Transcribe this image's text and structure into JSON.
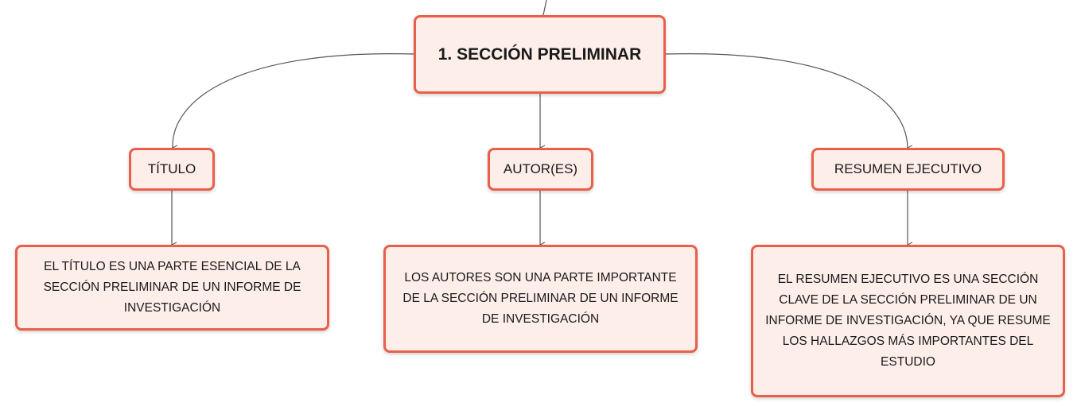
{
  "colors": {
    "node_border": "#e8604a",
    "node_fill": "#fdeee9",
    "connector": "#555555"
  },
  "root": {
    "label": "1. SECCIÓN PRELIMINAR"
  },
  "children": [
    {
      "label": "TÍTULO",
      "description": "EL TÍTULO ES UNA PARTE ESENCIAL DE LA SECCIÓN PRELIMINAR DE UN INFORME DE INVESTIGACIÓN"
    },
    {
      "label": "AUTOR(ES)",
      "description": "LOS AUTORES SON UNA PARTE IMPORTANTE DE LA SECCIÓN PRELIMINAR DE UN INFORME DE INVESTIGACIÓN"
    },
    {
      "label": "RESUMEN EJECUTIVO",
      "description": "EL RESUMEN EJECUTIVO ES UNA SECCIÓN CLAVE DE LA SECCIÓN PRELIMINAR DE UN INFORME DE INVESTIGACIÓN, YA QUE RESUME LOS HALLAZGOS MÁS IMPORTANTES DEL ESTUDIO"
    }
  ]
}
